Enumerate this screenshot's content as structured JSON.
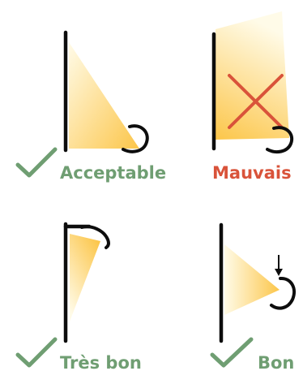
{
  "colors": {
    "good": "#6f9e72",
    "bad": "#d9533a",
    "wall": "#0d0d0d",
    "light_strong": "#fcc64a",
    "light_fade": "#fffbe8"
  },
  "panels": [
    {
      "id": "acceptable",
      "label": "Acceptable",
      "verdict": "good",
      "mark_icon": "check-icon"
    },
    {
      "id": "mauvais",
      "label": "Mauvais",
      "verdict": "bad",
      "mark_icon": "cross-icon"
    },
    {
      "id": "tres-bon",
      "label": "Très bon",
      "verdict": "good",
      "mark_icon": "check-icon"
    },
    {
      "id": "bon",
      "label": "Bon",
      "verdict": "good",
      "mark_icon": "check-icon",
      "extra_icon": "arrow-down-icon"
    }
  ]
}
